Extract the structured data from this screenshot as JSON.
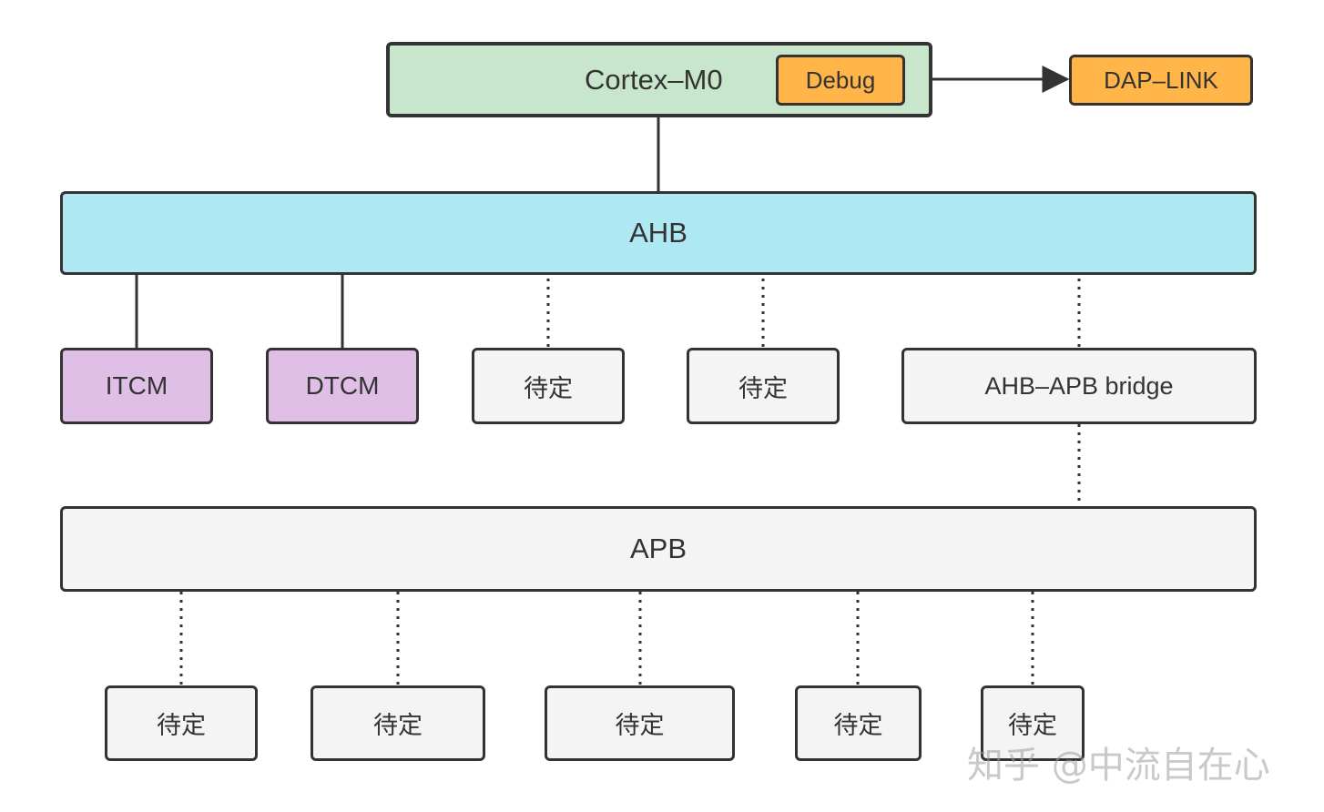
{
  "colors": {
    "stroke": "#333333",
    "cpu_fill": "#c8e6cb",
    "debug_fill": "#ffb547",
    "ahb_fill": "#aee8f2",
    "tcm_fill": "#e0bfe7",
    "gray_fill": "#f4f4f4"
  },
  "cpu": {
    "label": "Cortex–M0"
  },
  "debug": {
    "label": "Debug"
  },
  "dap": {
    "label": "DAP–LINK"
  },
  "ahb": {
    "label": "AHB"
  },
  "ahb_slaves": {
    "itcm": "ITCM",
    "dtcm": "DTCM",
    "tbd1": "待定",
    "tbd2": "待定",
    "bridge": "AHB–APB bridge"
  },
  "apb": {
    "label": "APB"
  },
  "apb_slaves": [
    "待定",
    "待定",
    "待定",
    "待定",
    "待定"
  ],
  "watermark": "知乎 @中流自在心"
}
